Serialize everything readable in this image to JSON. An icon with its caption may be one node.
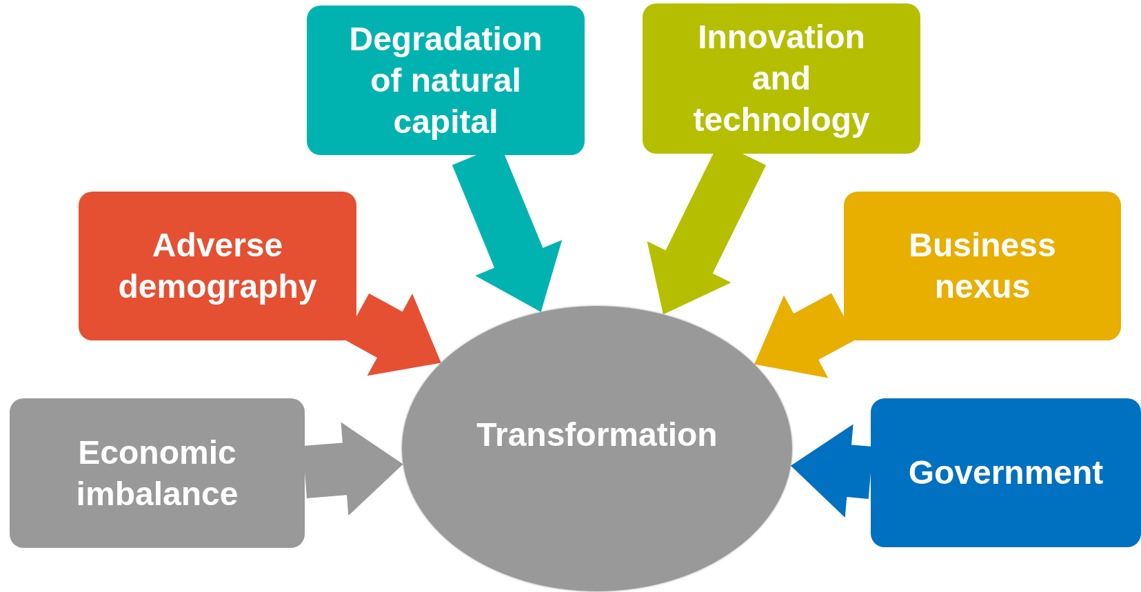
{
  "diagram": {
    "nodes": [
      {
        "text": [
          "Degradation of natural capital"
        ]
      },
      {
        "text": [
          "Innovation and technology"
        ]
      },
      {
        "text": [
          "Adverse demography"
        ]
      },
      {
        "text": [
          "Business nexus"
        ]
      },
      {
        "text": [
          "Transformation"
        ]
      },
      {
        "text": [
          "Economic imbalance"
        ]
      },
      {
        "text": [
          "Government"
        ]
      }
    ],
    "edges": [
      {
        "from": 0,
        "to": 4,
        "arrow": "to",
        "color": "#00b3b0"
      },
      {
        "from": 1,
        "to": 4,
        "arrow": "to",
        "color": "#b5bf00"
      },
      {
        "from": 2,
        "to": 4,
        "arrow": "to",
        "color": "#e55032"
      },
      {
        "from": 3,
        "to": 4,
        "arrow": "to",
        "color": "#e8ae00"
      },
      {
        "from": 5,
        "to": 4,
        "arrow": "to",
        "color": "#999999"
      },
      {
        "from": 6,
        "to": 4,
        "arrow": "to",
        "color": "#0070c0"
      }
    ]
  }
}
